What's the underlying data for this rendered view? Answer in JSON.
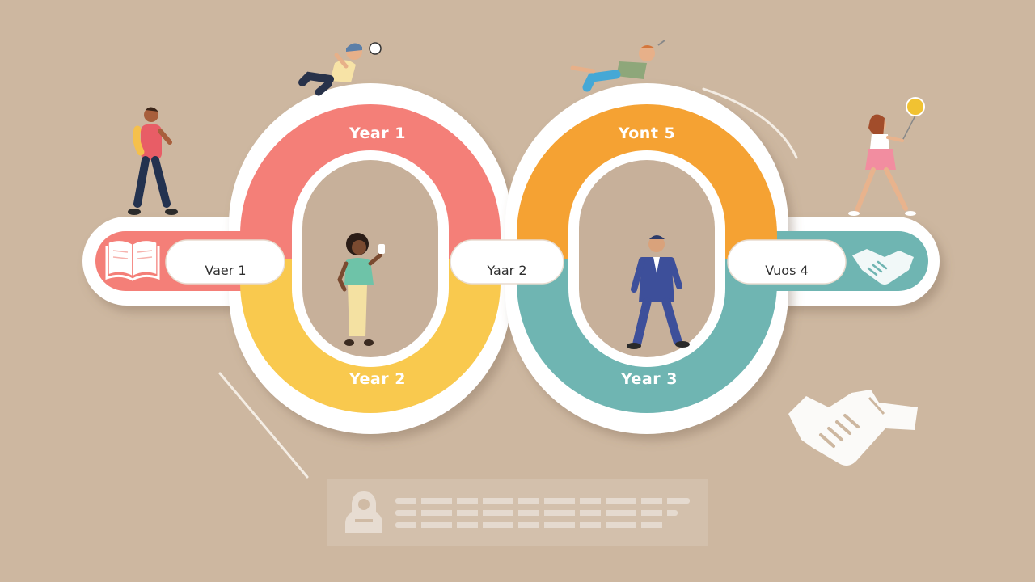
{
  "diagram": {
    "loops": [
      {
        "id": "top-left",
        "label": "Year 1",
        "color": "#f47f78"
      },
      {
        "id": "bottom-left",
        "label": "Year 2",
        "color": "#f9c94e"
      },
      {
        "id": "top-right",
        "label": "Yont 5",
        "color": "#f5a233"
      },
      {
        "id": "bottom-right",
        "label": "Year 3",
        "color": "#6fb5b2"
      }
    ],
    "pills": [
      {
        "id": "left",
        "label": "Vaer 1"
      },
      {
        "id": "center",
        "label": "Yaar 2"
      },
      {
        "id": "right",
        "label": "Vuos 4"
      }
    ],
    "end_caps": [
      {
        "id": "left",
        "color": "#f47f78",
        "icon": "open-book-icon"
      },
      {
        "id": "right",
        "color": "#6fb5b2",
        "icon": "handshake-icon"
      }
    ],
    "background_color": "#cdb7a0",
    "outline_color": "#ffffff"
  },
  "figures": [
    {
      "id": "walking-student",
      "icon": "person-walking-icon"
    },
    {
      "id": "diving-person-left",
      "icon": "person-diving-icon"
    },
    {
      "id": "diving-person-right",
      "icon": "person-diving-icon"
    },
    {
      "id": "woman-with-phone",
      "icon": "person-phone-icon"
    },
    {
      "id": "man-in-suit",
      "icon": "person-suit-icon"
    },
    {
      "id": "woman-with-balloon",
      "icon": "person-balloon-icon"
    }
  ],
  "decorations": {
    "large_handshake_icon": "handshake-icon",
    "caption_icon": "badge-icon"
  }
}
